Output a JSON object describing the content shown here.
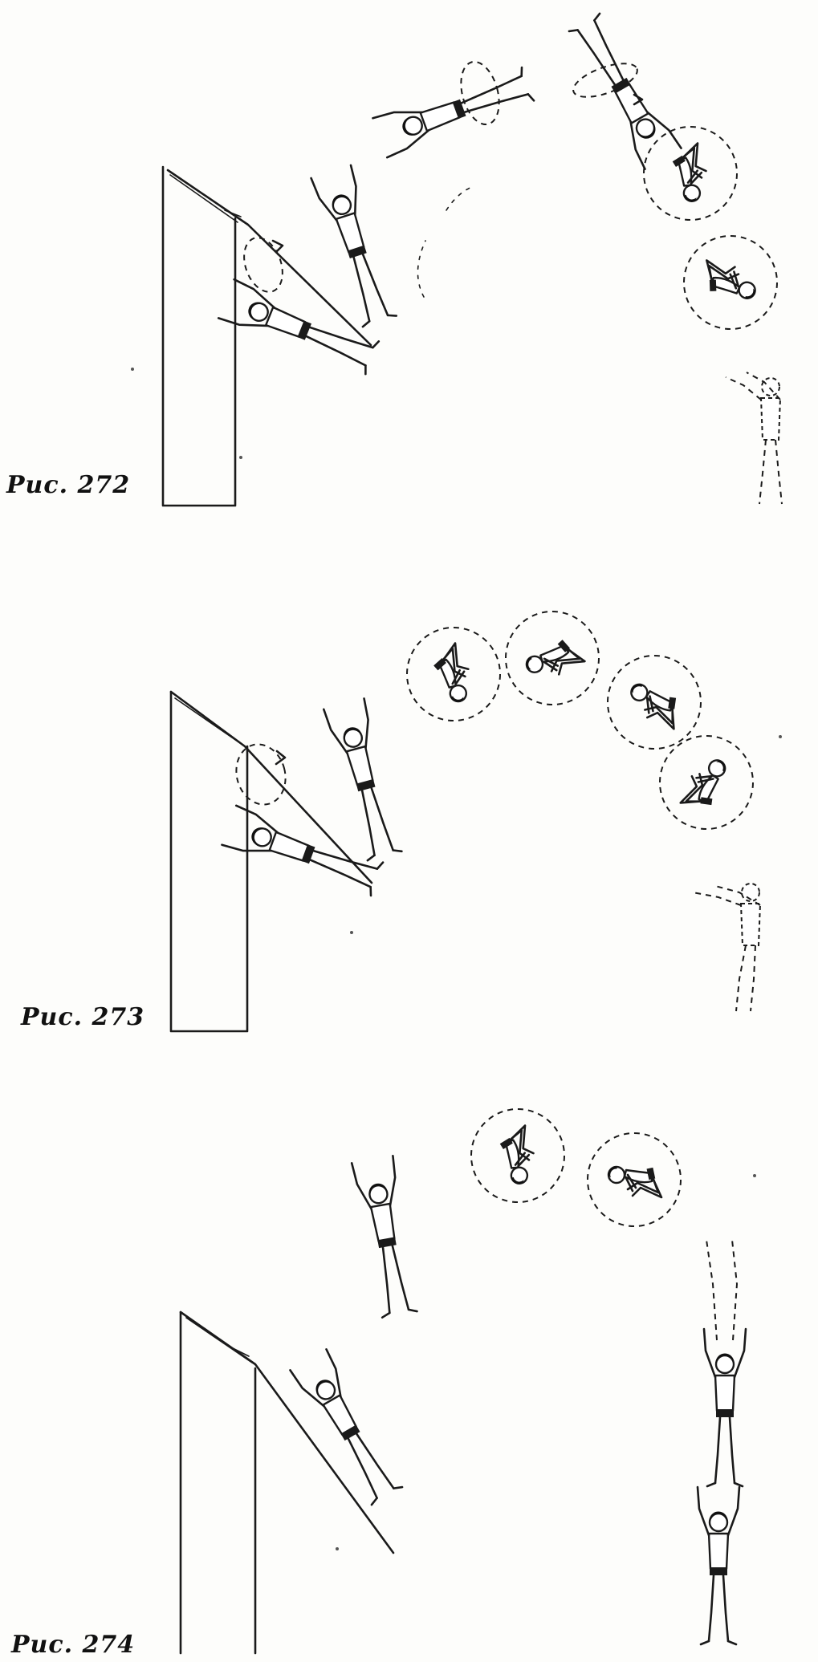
{
  "figures": [
    {
      "id": "272",
      "caption": "Рис. 272"
    },
    {
      "id": "273",
      "caption": "Рис. 273"
    },
    {
      "id": "274",
      "caption": "Рис. 274"
    }
  ]
}
